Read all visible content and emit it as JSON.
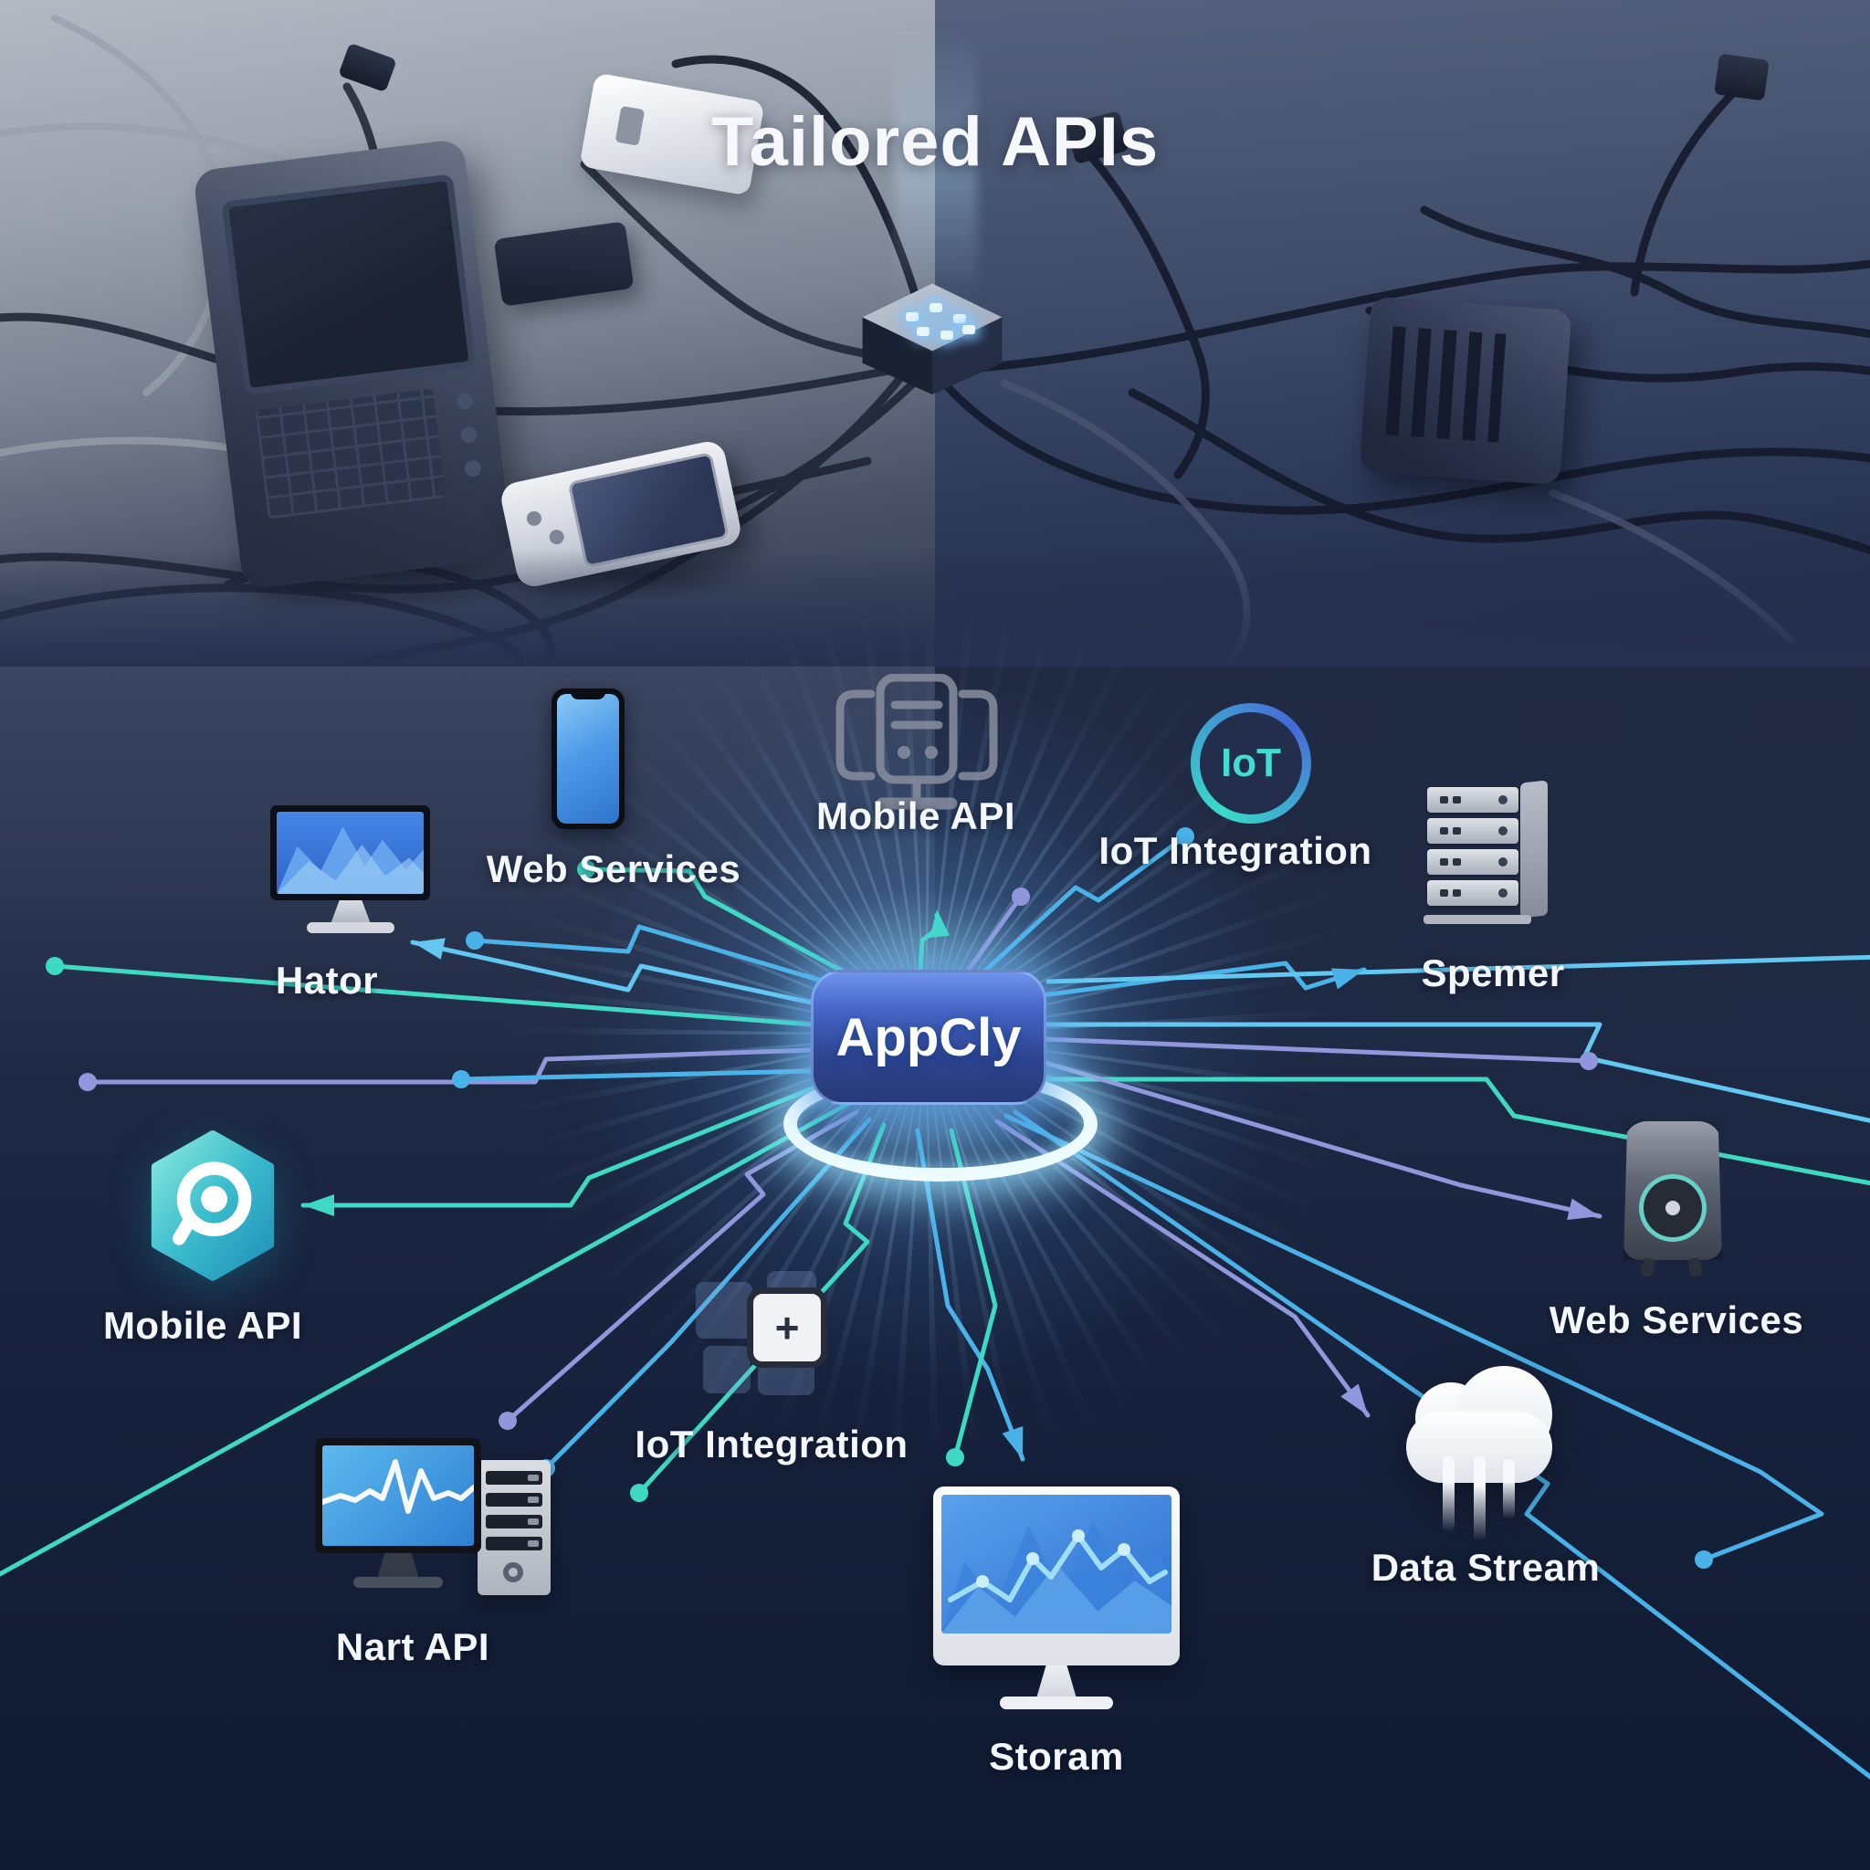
{
  "title": "Tailored APIs",
  "hub": {
    "label": "AppCly"
  },
  "nodes": [
    {
      "label": "Web Services",
      "icon": "smartphone-icon"
    },
    {
      "label": "Mobile API",
      "icon": "terminal-outline-icon"
    },
    {
      "label": "IoT Integration",
      "icon": "iot-ring-icon",
      "icon_text": "IoT"
    },
    {
      "label": "Hator",
      "icon": "monitor-mountains-icon"
    },
    {
      "label": "Spemer",
      "icon": "server-rack-icon"
    },
    {
      "label": "Mobile API",
      "icon": "hexagon-target-icon"
    },
    {
      "label": "IoT Integration",
      "icon": "puzzle-plus-icon",
      "icon_text": "+"
    },
    {
      "label": "Nart API",
      "icon": "workstation-icon"
    },
    {
      "label": "Storam",
      "icon": "imac-chart-icon"
    },
    {
      "label": "Data Stream",
      "icon": "cloud-stream-icon"
    },
    {
      "label": "Web Services",
      "icon": "smart-speaker-icon"
    }
  ],
  "colors": {
    "teal": "#3ed9c4",
    "blue": "#49b3e9",
    "periwinkle": "#9097dc",
    "glow": "#8fd4ff",
    "hub_gradient_top": "#6f94ef",
    "hub_gradient_bottom": "#273a77",
    "background_dark": "#0f1a31"
  }
}
